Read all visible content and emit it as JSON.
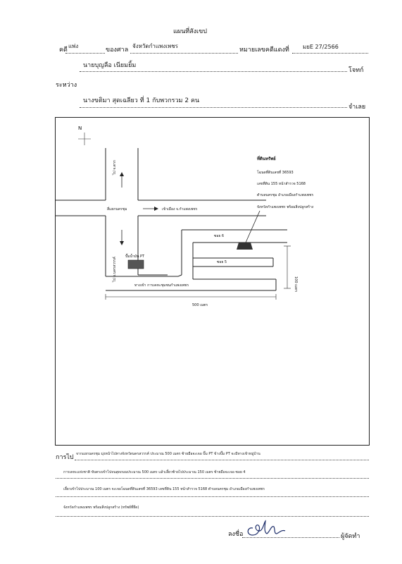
{
  "title": "แผนที่สังเขป",
  "header": {
    "case_label": "คดี",
    "case_type": "แพ่ง",
    "court_label": "ของศาล",
    "court_name": "จังหวัดกำแพงเพชร",
    "case_no_label": "หมายเลขคดีแดงที่",
    "case_no": "มยE 27/2566",
    "plaintiff_name": "นายบุญลือ เนียมยิ้ม",
    "plaintiff_role": "โจทก์",
    "between_label": "ระหว่าง",
    "defendant_name": "นางขติมา สุดเฉลียว ที่ 1 กับพวกรวม 2 คน",
    "defendant_role": "จำเลย"
  },
  "map": {
    "north": "N",
    "property_title": "ที่ดินทรัพย์",
    "property_lines": [
      "โฉนดที่ดินเลขที่ 36593",
      "เลขที่ดิน 155 หน้าสำรวจ 5168",
      "ตำบลนครชุม อำเภอเมืองกำแพงเพชร",
      "จังหวัดกำแพงเพชร พร้อมสิ่งปลูกสร้าง"
    ],
    "road_north": "ไป จ.ตาก",
    "road_south": "ไป จ.นครสวรรค์",
    "intersection": "สี่แยกนครชุม",
    "to_city": "เข้าเมือง จ.กำแพงเพชร",
    "soi_6": "ซอย 6",
    "soi_5": "ซอย 5",
    "gas_station": "ปั๊มน้ำมัน PT",
    "entrance_road": "ทางเข้า การเคหะชุมชนกำแพงเพชร",
    "dist_500": "500 เมตร",
    "dist_100": "100 เมตร"
  },
  "directions": {
    "label": "การไป",
    "lines": [
      "จากแยกนครชุม มุ่งหน้าไปทางจังหวัดนครสวรรค์ ประมาณ 500 เมตร ซ้ายมือจะเจอ ปั๊ม PT ข้างปั๊ม PT จะมีทางเข้าหมู่บ้าน",
      "การเคหะแห่งชาติ ขับตรงเข้าไปจนสุดถนนประมาณ 500 เมตร แล้วเลี้ยวซ้ายไปประมาณ 150 เมตร ซ้ายมือจะเจอ ซอย 4",
      "เลี้ยวเข้าไปประมาณ 100 เมตร จะเจอโฉนดที่ดินเลขที่ 36593 เลขที่ดิน 155 หน้าสำรวจ 5168 ตำบลนครชุม อำเภอเมืองกำแพงเพชร",
      "จังหวัดกำแพงเพชร พร้อมสิ่งปลูกสร้าง (ทรัพย์ที่ยึด)"
    ]
  },
  "signature": {
    "label": "ลงชื่อ",
    "role": "ผู้จัดทำ"
  }
}
